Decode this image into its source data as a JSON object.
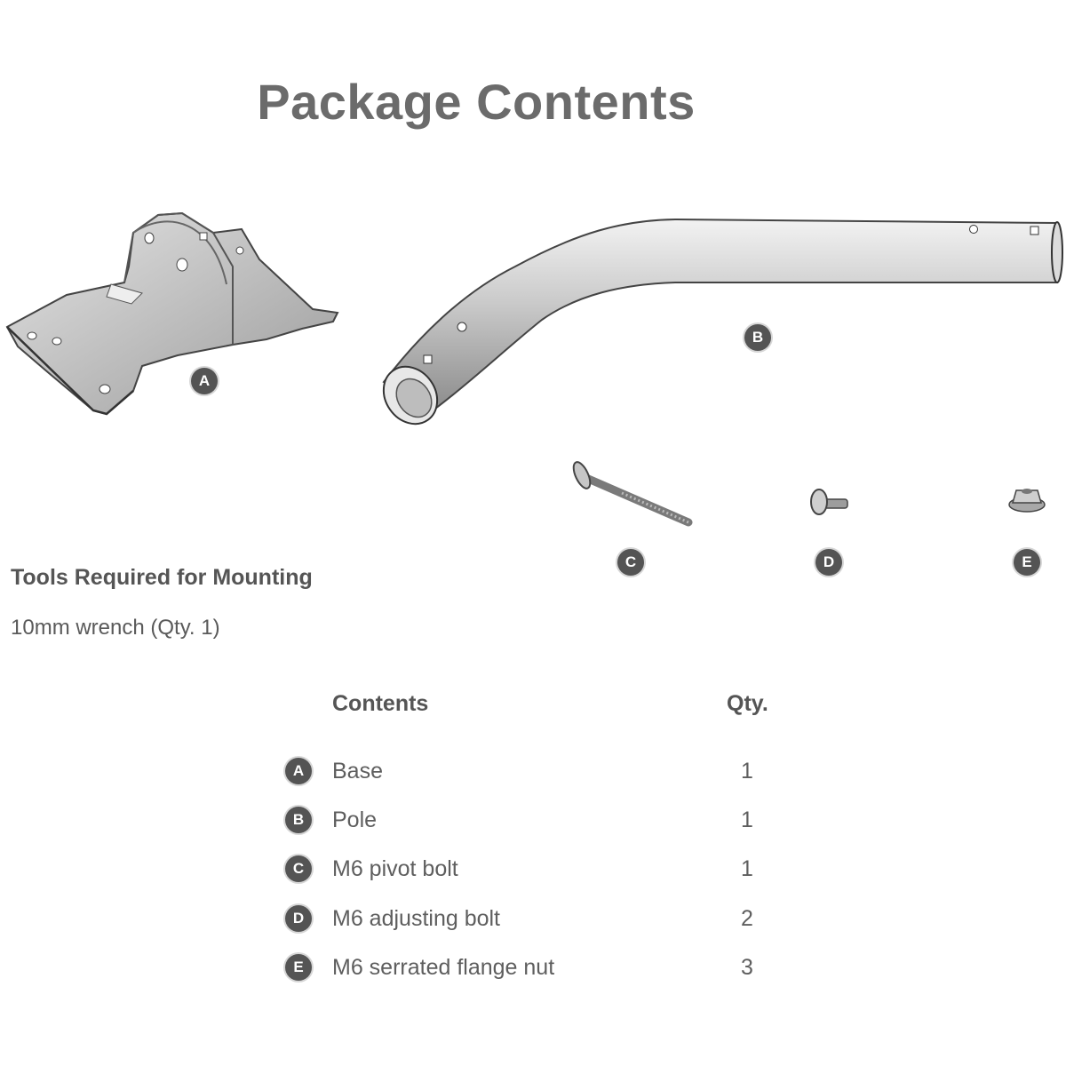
{
  "title": "Package Contents",
  "parts": [
    {
      "letter": "A"
    },
    {
      "letter": "B"
    },
    {
      "letter": "C"
    },
    {
      "letter": "D"
    },
    {
      "letter": "E"
    }
  ],
  "tools": {
    "heading": "Tools Required for Mounting",
    "text": "10mm wrench (Qty. 1)"
  },
  "table": {
    "col_contents": "Contents",
    "col_qty": "Qty.",
    "rows": [
      {
        "letter": "A",
        "name": "Base",
        "qty": "1"
      },
      {
        "letter": "B",
        "name": "Pole",
        "qty": "1"
      },
      {
        "letter": "C",
        "name": "M6 pivot bolt",
        "qty": "1"
      },
      {
        "letter": "D",
        "name": "M6 adjusting bolt",
        "qty": "2"
      },
      {
        "letter": "E",
        "name": "M6 serrated flange nut",
        "qty": "3"
      }
    ]
  }
}
